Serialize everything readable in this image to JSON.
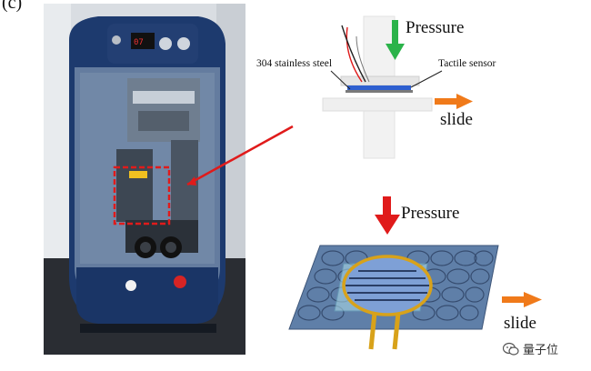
{
  "figure": {
    "panel_label": "(c)",
    "top_diagram": {
      "pressure_label": "Pressure",
      "steel_label": "304 stainless steel",
      "sensor_label": "Tactile sensor",
      "slide_label": "slide"
    },
    "bottom_diagram": {
      "pressure_label": "Pressure",
      "slide_label": "slide"
    },
    "photo": {
      "subject": "tribometer-test-machine"
    },
    "colors": {
      "pressure_top_arrow": "#2bb34a",
      "pressure_bottom_arrow": "#e01b1b",
      "slide_arrow": "#f07a1a",
      "callout_line": "#e01b1b",
      "sensor_blue": "#2e5fd0",
      "pad_blue": "#5f7fa8"
    }
  },
  "watermark": {
    "text": "量子位",
    "icon": "wechat-icon"
  }
}
